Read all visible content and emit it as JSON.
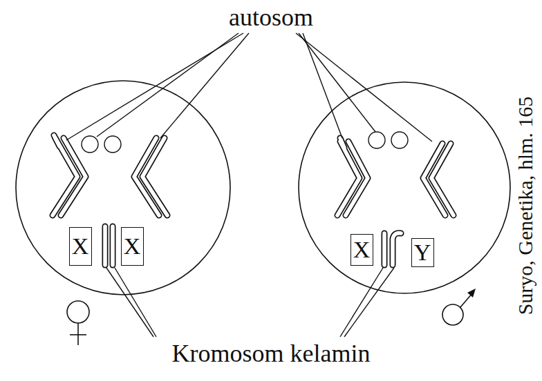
{
  "diagram": {
    "nodes": [
      {
        "text": [
          "X"
        ]
      },
      {
        "text": [
          "X"
        ]
      },
      {
        "text": [
          "X"
        ]
      },
      {
        "text": [
          "Y"
        ]
      }
    ],
    "labels": [
      "autosom",
      "Kromosom kelamin",
      "Suryo, Genetika, hlm. 165"
    ]
  }
}
